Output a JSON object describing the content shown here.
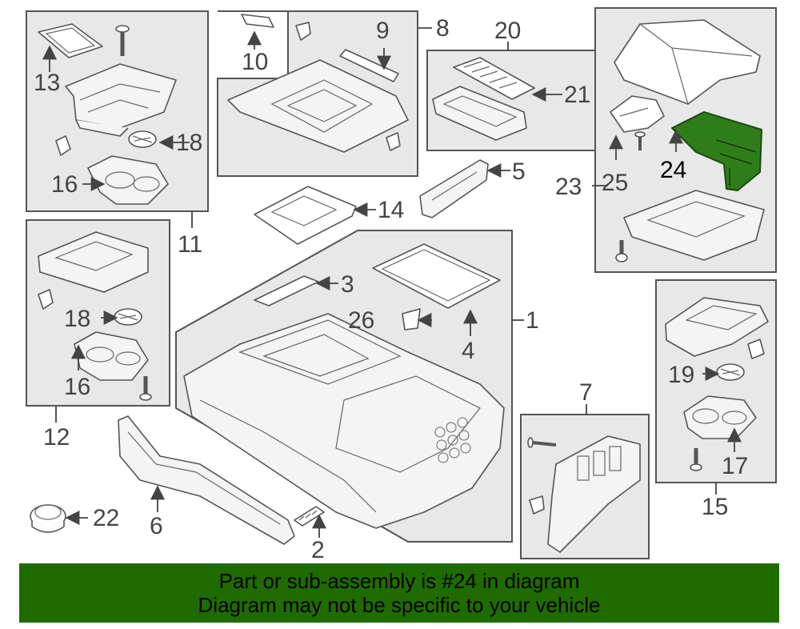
{
  "diagram": {
    "highlighted_part": "24",
    "highlight_color": "#2e7d1a",
    "callouts": {
      "c1": "1",
      "c2": "2",
      "c3": "3",
      "c4": "4",
      "c5": "5",
      "c6": "6",
      "c7": "7",
      "c8": "8",
      "c9": "9",
      "c10": "10",
      "c11": "11",
      "c12": "12",
      "c13": "13",
      "c14": "14",
      "c15": "15",
      "c16a": "16",
      "c16b": "16",
      "c17": "17",
      "c18a": "18",
      "c18b": "18",
      "c19": "19",
      "c20": "20",
      "c21": "21",
      "c22": "22",
      "c23": "23",
      "c24": "24",
      "c25": "25",
      "c26": "26"
    }
  },
  "banner": {
    "color": "#1f6b00",
    "line1": "Part or sub-assembly is #24 in diagram",
    "line2": "Diagram may not be specific to your vehicle"
  }
}
